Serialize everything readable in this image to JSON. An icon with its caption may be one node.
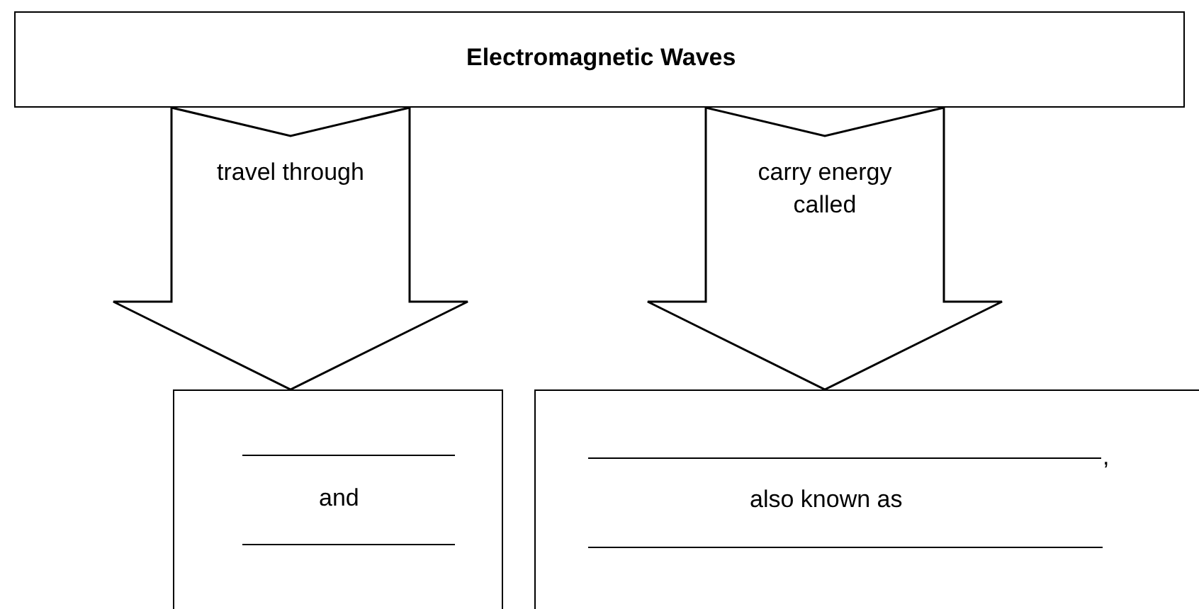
{
  "diagram": {
    "nodes": [
      {
        "text": [
          "Electromagnetic Waves"
        ]
      },
      {
        "text": [
          "and"
        ]
      },
      {
        "text": [
          ",",
          "also known as"
        ]
      }
    ],
    "edges": [
      {
        "from": 0,
        "to": 1,
        "arrow": "to",
        "label": "travel through"
      },
      {
        "from": 0,
        "to": 2,
        "arrow": "to",
        "label": "carry energy called"
      }
    ]
  }
}
